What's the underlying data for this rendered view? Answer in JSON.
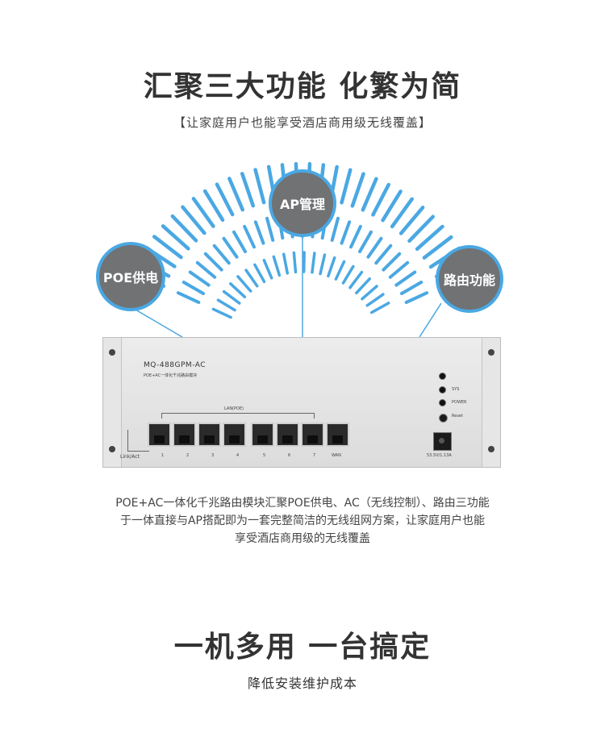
{
  "section1": {
    "title": "汇聚三大功能 化繁为简",
    "subtitle": "【让家庭用户也能享受酒店商用级无线覆盖】"
  },
  "bubbles": {
    "ap": "AP管理",
    "poe": "POE供电",
    "route": "路由功能"
  },
  "colors": {
    "accent_blue": "#4aa8e3",
    "bubble_gray": "#707274"
  },
  "device": {
    "model": "MQ-488GPM-AC",
    "model_desc": "POE+AC一体化千兆路由模块",
    "lan_label": "LAN(POE)",
    "link_act": "Link/Act",
    "ports": [
      "1",
      "2",
      "3",
      "4",
      "5",
      "6",
      "7",
      "WAN"
    ],
    "leds": [
      "SYS",
      "POWER",
      "Reset"
    ],
    "power_rating": "53.5V/1.13A"
  },
  "description": {
    "line1": "POE+AC一体化千兆路由模块汇聚POE供电、AC（无线控制）、路由三功能",
    "line2": "于一体直接与AP搭配即为一套完整简洁的无线组网方案，让家庭用户也能",
    "line3": "享受酒店商用级的无线覆盖"
  },
  "section2": {
    "title": "一机多用 一台搞定",
    "subtitle": "降低安装维护成本"
  }
}
